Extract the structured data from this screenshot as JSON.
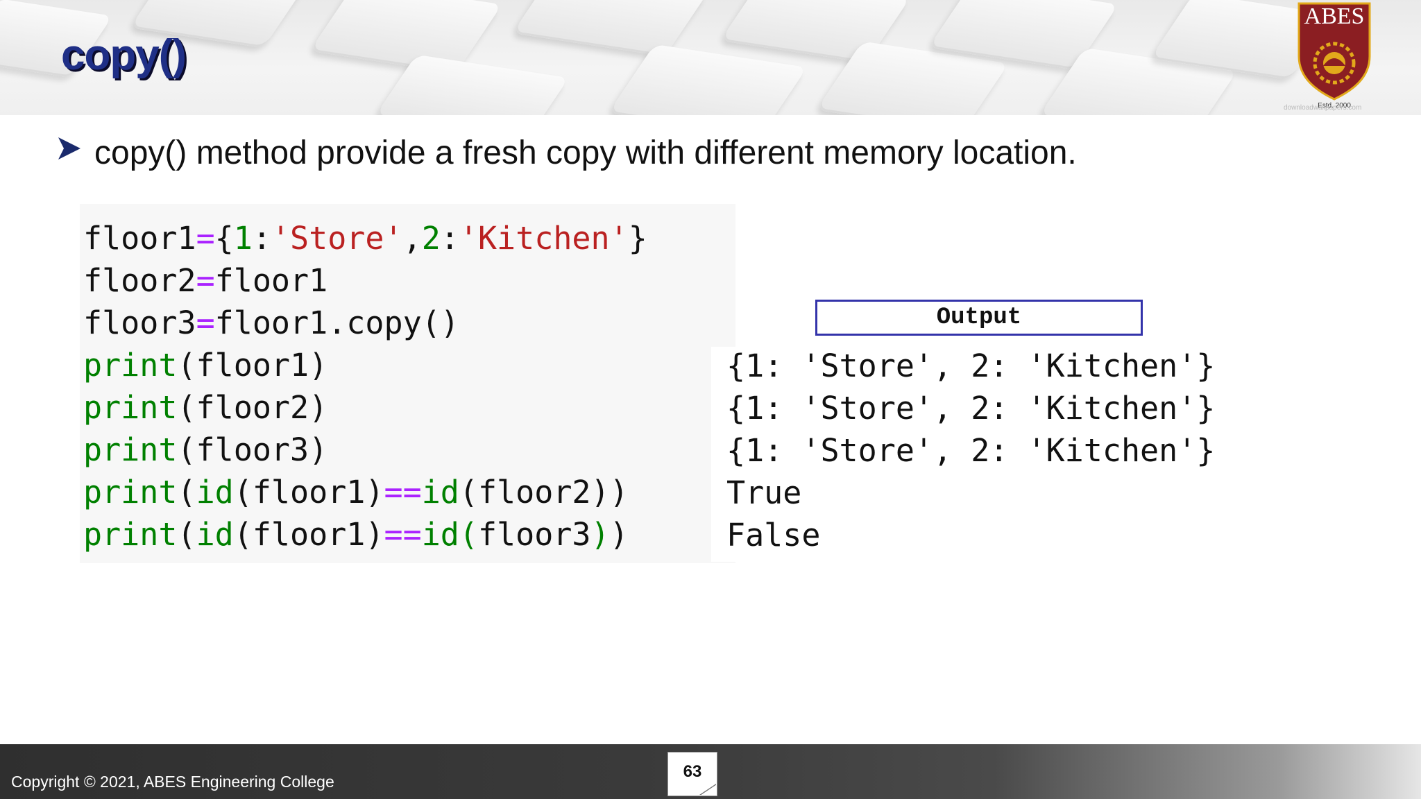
{
  "slide": {
    "title": "copy()",
    "bullet": "copy() method provide a fresh copy with different memory location.",
    "logo": {
      "text": "ABES",
      "est": "Estd. 2000",
      "color_shield": "#8b1e22",
      "color_gold": "#e2a91b"
    },
    "watermark": "downloadwallpapers.com",
    "code_lines": [
      [
        [
          "floor1",
          ""
        ],
        [
          "=",
          "op"
        ],
        [
          "{",
          ""
        ],
        [
          "1",
          "num"
        ],
        [
          ":",
          ""
        ],
        [
          "'Store'",
          "str"
        ],
        [
          ",",
          ""
        ],
        [
          "2",
          "num"
        ],
        [
          ":",
          ""
        ],
        [
          "'Kitchen'",
          "str"
        ],
        [
          "}",
          ""
        ]
      ],
      [
        [
          "floor2",
          ""
        ],
        [
          "=",
          "op"
        ],
        [
          "floor1",
          ""
        ]
      ],
      [
        [
          "floor3",
          ""
        ],
        [
          "=",
          "op"
        ],
        [
          "floor1.copy()",
          ""
        ]
      ],
      [
        [
          "print",
          "fn"
        ],
        [
          "(floor1)",
          ""
        ]
      ],
      [
        [
          "print",
          "fn"
        ],
        [
          "(floor2)",
          ""
        ]
      ],
      [
        [
          "print",
          "fn"
        ],
        [
          "(floor3)",
          ""
        ]
      ],
      [
        [
          "print",
          "fn"
        ],
        [
          "(",
          ""
        ],
        [
          "id",
          "fn"
        ],
        [
          "(floor1)",
          ""
        ],
        [
          "==",
          "op"
        ],
        [
          "id",
          "fn"
        ],
        [
          "(floor2))",
          ""
        ]
      ],
      [
        [
          "print",
          "fn"
        ],
        [
          "(",
          ""
        ],
        [
          "id",
          "fn"
        ],
        [
          "(floor1)",
          ""
        ],
        [
          "==",
          "op"
        ],
        [
          "id",
          "fn"
        ],
        [
          "(",
          "fn"
        ],
        [
          "floor3",
          ""
        ],
        [
          ")",
          "fn"
        ],
        [
          ")",
          ""
        ]
      ]
    ],
    "output_label": "Output",
    "output_lines": [
      "{1: 'Store', 2: 'Kitchen'}",
      "{1: 'Store', 2: 'Kitchen'}",
      "{1: 'Store', 2: 'Kitchen'}",
      "True",
      "False"
    ],
    "footer": {
      "copyright": "Copyright © 2021, ABES Engineering College",
      "page_number": "63"
    }
  }
}
